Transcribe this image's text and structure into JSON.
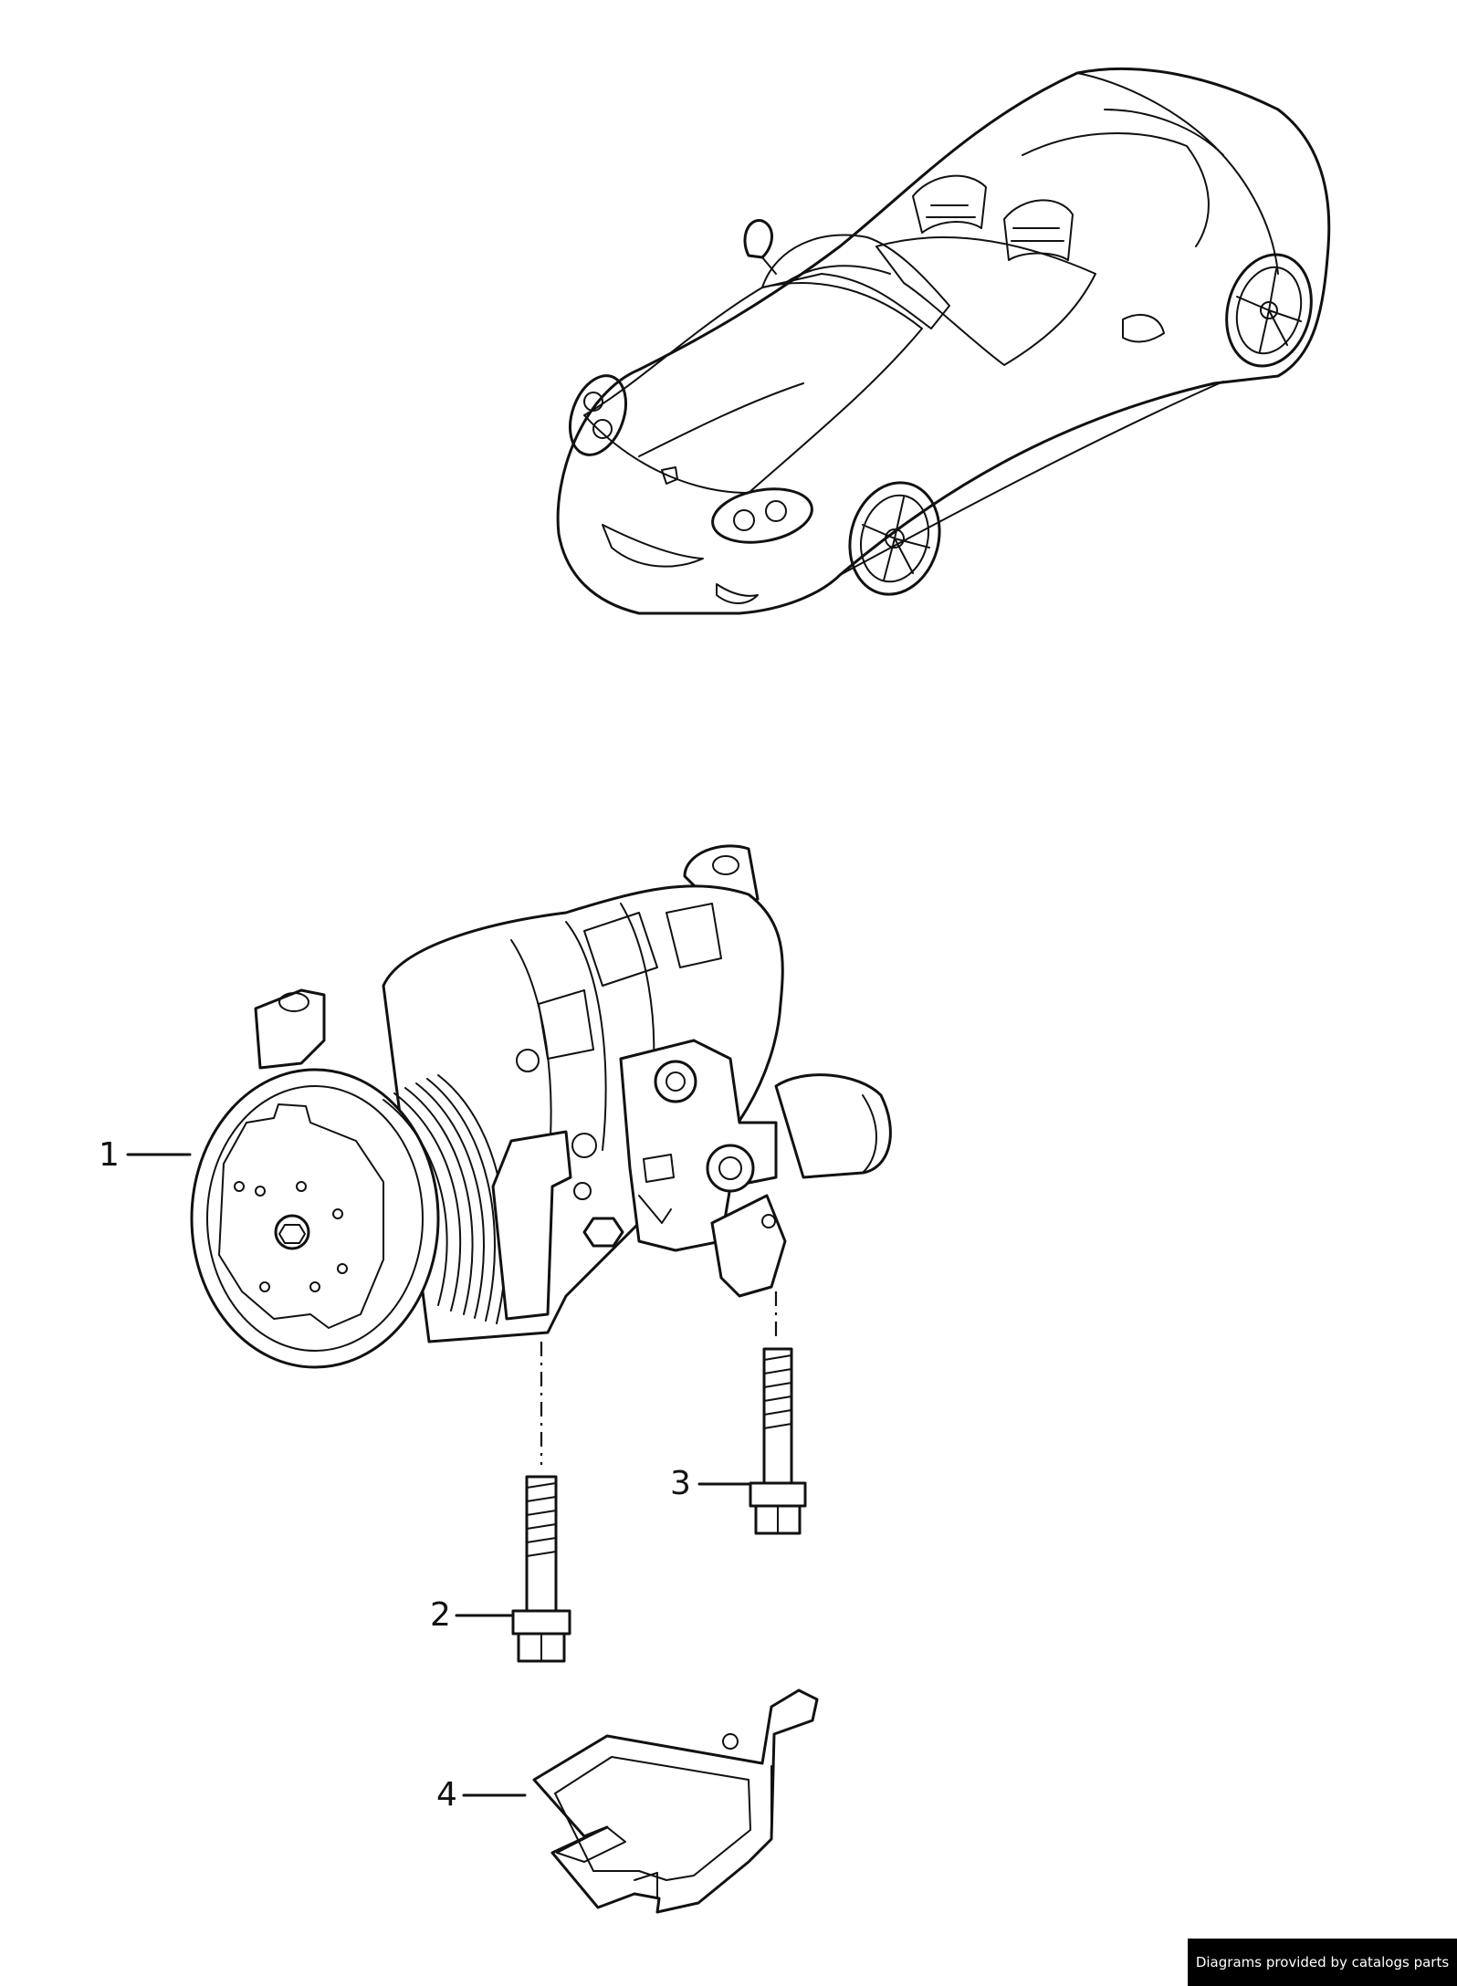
{
  "callouts": [
    {
      "id": "1",
      "label": "1"
    },
    {
      "id": "2",
      "label": "2"
    },
    {
      "id": "3",
      "label": "3"
    },
    {
      "id": "4",
      "label": "4"
    }
  ],
  "footer": {
    "text": "Diagrams provided by catalogs parts"
  },
  "colors": {
    "line": "#111111",
    "background": "#ffffff",
    "badge": "#000000",
    "badge_text": "#ffffff"
  }
}
